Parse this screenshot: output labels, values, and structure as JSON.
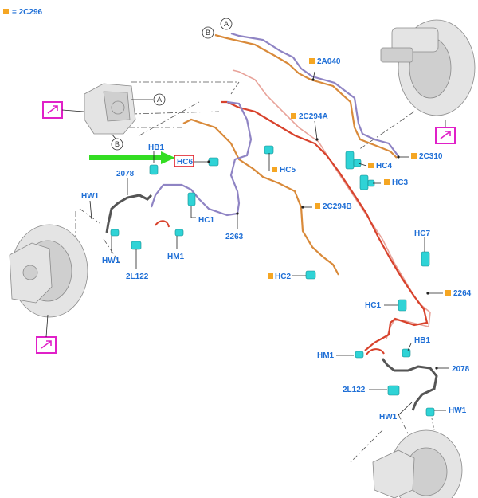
{
  "legend": {
    "text": "= 2C296",
    "swatch_color": "#f5a623"
  },
  "colors": {
    "label": "#1f6fd6",
    "orange_line": "#d98a3a",
    "red_line": "#d8422c",
    "purple_line": "#8f84c4",
    "clip": "#2fd3d6",
    "highlight_box": "#e0202a",
    "arrow_green": "#33dd22",
    "icon_magenta": "#e020c8"
  },
  "callouts": {
    "a": "A",
    "b": "B"
  },
  "labels": {
    "c2a040": "2A040",
    "c2c294a": "2C294A",
    "c2c310": "2C310",
    "hb1_top": "HB1",
    "hc6": "HC6",
    "hc5": "HC5",
    "hc4": "HC4",
    "hc3": "HC3",
    "c2078_top": "2078",
    "hw1_top_left": "HW1",
    "hc1_top": "HC1",
    "c2c294b": "2C294B",
    "hw1_mid_left": "HW1",
    "hm1_top": "HM1",
    "c2l122_top": "2L122",
    "c2263": "2263",
    "hc7": "HC7",
    "hc2": "HC2",
    "c2264": "2264",
    "hc1_right": "HC1",
    "hb1_right": "HB1",
    "hm1_right": "HM1",
    "c2078_right": "2078",
    "c2l122_right": "2L122",
    "hw1_right": "HW1",
    "hw1_bottom": "HW1"
  }
}
